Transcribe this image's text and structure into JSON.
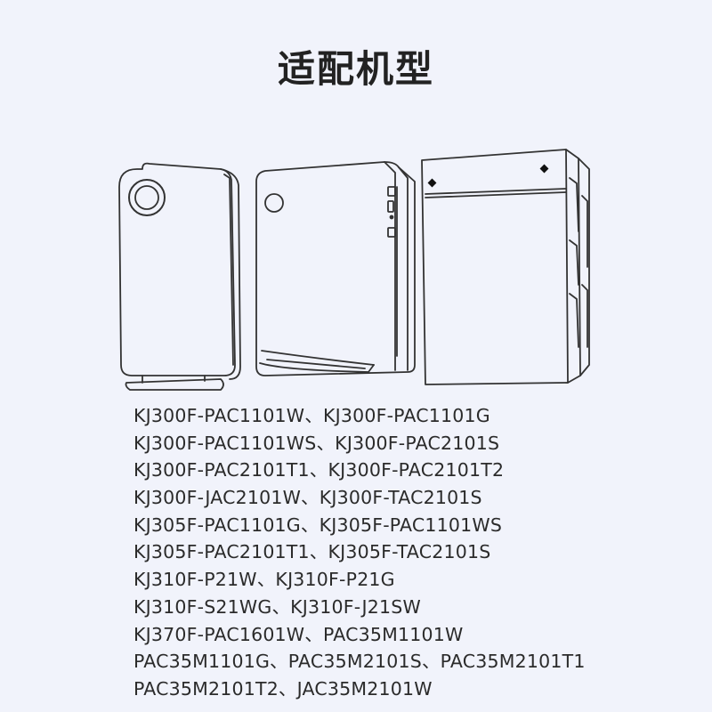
{
  "title": "适配机型",
  "illustrations": {
    "items": [
      {
        "name": "round-vent-purifier"
      },
      {
        "name": "side-panel-purifier"
      },
      {
        "name": "filter-front-purifier"
      }
    ]
  },
  "model_lines": [
    "KJ300F-PAC1101W、KJ300F-PAC1101G",
    "KJ300F-PAC1101WS、KJ300F-PAC2101S",
    "KJ300F-PAC2101T1、KJ300F-PAC2101T2",
    "KJ300F-JAC2101W、KJ300F-TAC2101S",
    "KJ305F-PAC1101G、KJ305F-PAC1101WS",
    "KJ305F-PAC2101T1、KJ305F-TAC2101S",
    "KJ310F-P21W、KJ310F-P21G",
    "KJ310F-S21WG、KJ310F-J21SW",
    "KJ370F-PAC1601W、PAC35M1101W",
    "PAC35M1101G、PAC35M2101S、PAC35M2101T1",
    "PAC35M2101T2、JAC35M2101W"
  ]
}
